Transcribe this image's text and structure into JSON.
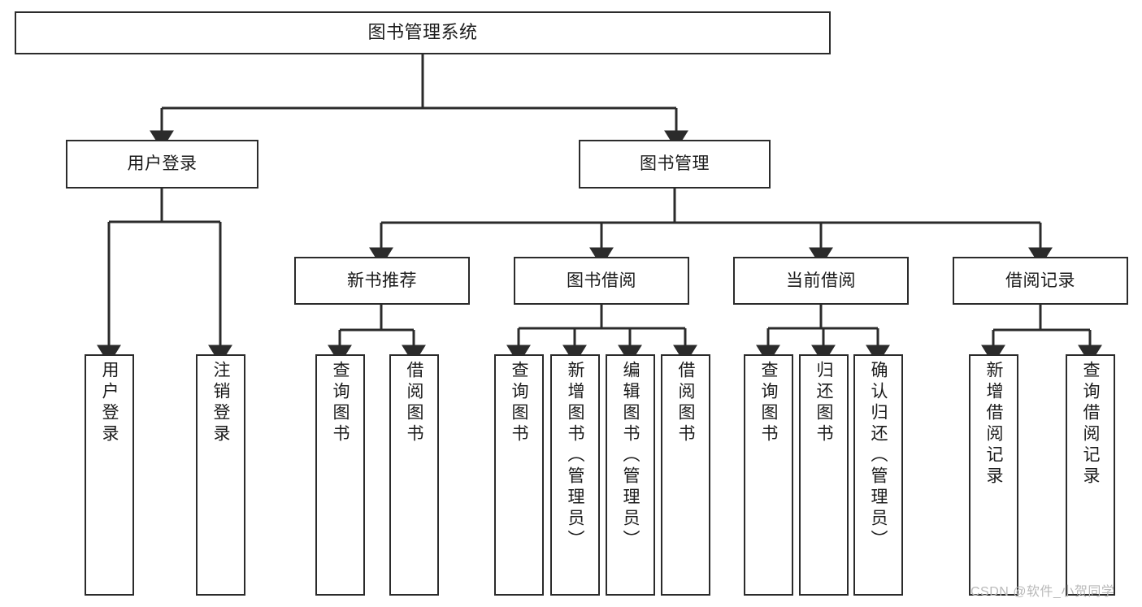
{
  "diagram": {
    "title": "图书管理系统",
    "type": "tree",
    "orientation": "top-down",
    "colors": {
      "box_border": "#2b2b2b",
      "box_fill": "#ffffff",
      "connector": "#2b2b2b",
      "text": "#1b1b1b",
      "background": "#ffffff",
      "watermark": "#b9b9b9"
    },
    "root": {
      "label": "图书管理系统"
    },
    "level2": [
      {
        "id": "user-login",
        "label": "用户登录"
      },
      {
        "id": "book-manage",
        "label": "图书管理"
      }
    ],
    "level3": [
      {
        "id": "new-book-recommend",
        "label": "新书推荐"
      },
      {
        "id": "book-borrow",
        "label": "图书借阅"
      },
      {
        "id": "current-borrow",
        "label": "当前借阅"
      },
      {
        "id": "borrow-record",
        "label": "借阅记录"
      }
    ],
    "leaves": {
      "user_login": [
        {
          "id": "leaf-user-login",
          "label": "用户登录"
        },
        {
          "id": "leaf-logout-login",
          "label": "注销登录"
        }
      ],
      "new_book_recommend": [
        {
          "id": "leaf-query-book-1",
          "label": "查询图书"
        },
        {
          "id": "leaf-borrow-book-1",
          "label": "借阅图书"
        }
      ],
      "book_borrow": [
        {
          "id": "leaf-query-book-2",
          "label": "查询图书"
        },
        {
          "id": "leaf-add-book",
          "label": "新增图书（管理员）"
        },
        {
          "id": "leaf-edit-book",
          "label": "编辑图书（管理员）"
        },
        {
          "id": "leaf-borrow-book-2",
          "label": "借阅图书"
        }
      ],
      "current_borrow": [
        {
          "id": "leaf-query-book-3",
          "label": "查询图书"
        },
        {
          "id": "leaf-return-book",
          "label": "归还图书"
        },
        {
          "id": "leaf-confirm-return",
          "label": "确认归还（管理员）"
        }
      ],
      "borrow_record": [
        {
          "id": "leaf-add-record",
          "label": "新增借阅记录"
        },
        {
          "id": "leaf-query-record",
          "label": "查询借阅记录"
        }
      ]
    }
  },
  "watermark": {
    "text": "CSDN @软件_小贺同学"
  }
}
